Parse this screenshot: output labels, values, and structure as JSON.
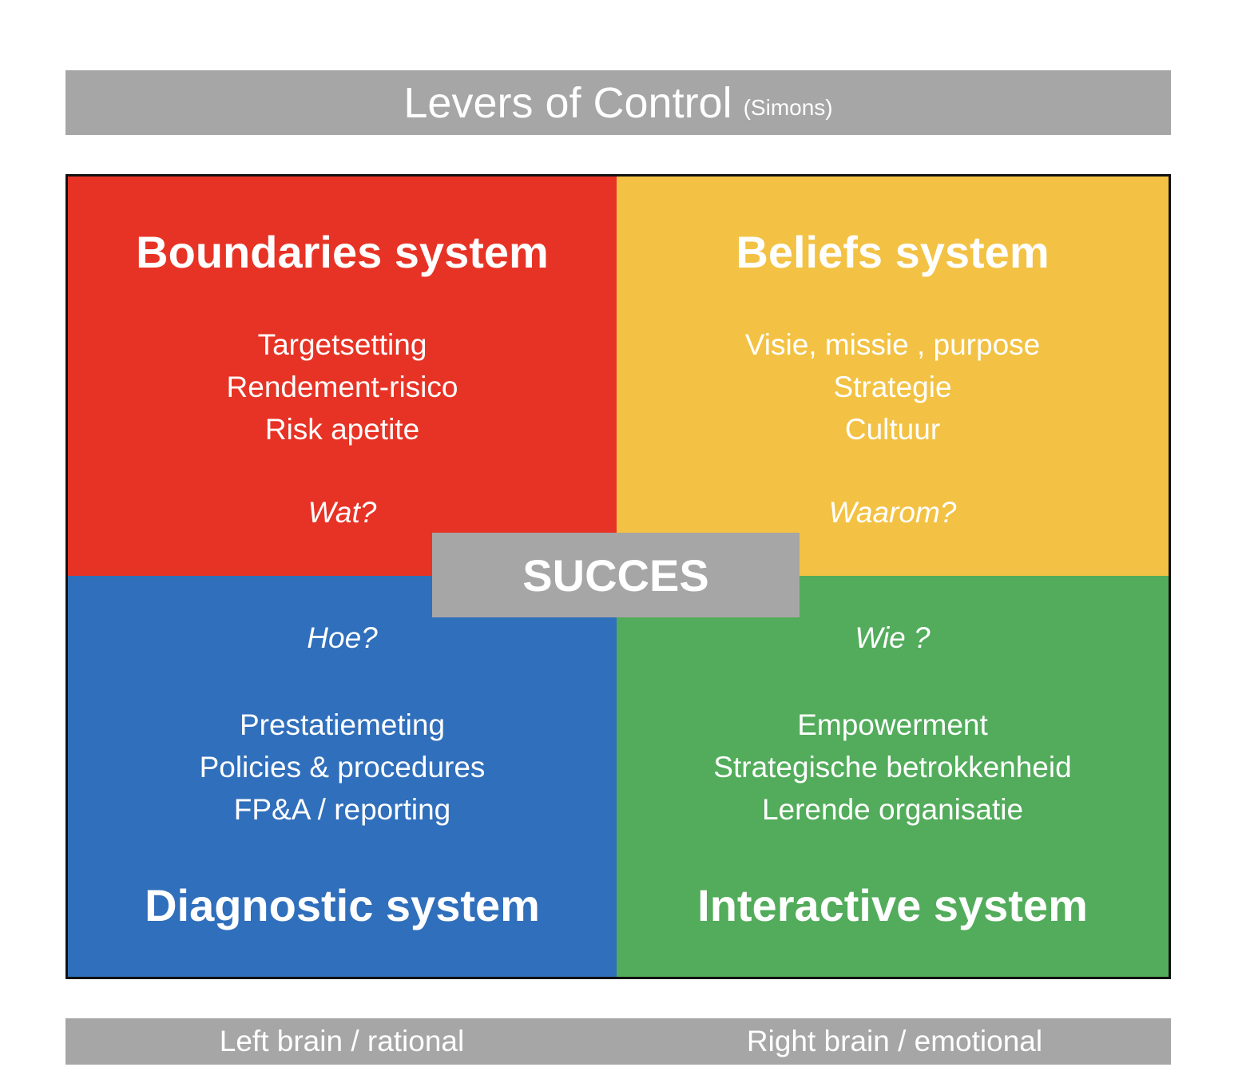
{
  "title": {
    "main": "Levers of Control",
    "sub": "(Simons)"
  },
  "quadrants": {
    "boundaries": {
      "heading": "Boundaries system",
      "items": [
        "Targetsetting",
        "Rendement-risico",
        "Risk apetite"
      ],
      "question": "Wat?",
      "color": "#e73325"
    },
    "beliefs": {
      "heading": "Beliefs system",
      "items": [
        "Visie, missie , purpose",
        "Strategie",
        "Cultuur"
      ],
      "question": "Waarom?",
      "color": "#f3c244"
    },
    "diagnostic": {
      "heading": "Diagnostic system",
      "items": [
        "Prestatiemeting",
        "Policies & procedures",
        "FP&A / reporting"
      ],
      "question": "Hoe?",
      "color": "#306fbb"
    },
    "interactive": {
      "heading": "Interactive system",
      "items": [
        "Empowerment",
        "Strategische betrokkenheid",
        "Lerende organisatie"
      ],
      "question": "Wie ?",
      "color": "#52ac5b"
    }
  },
  "center": "SUCCES",
  "footer": {
    "left": "Left brain / rational",
    "right": "Right brain / emotional"
  }
}
